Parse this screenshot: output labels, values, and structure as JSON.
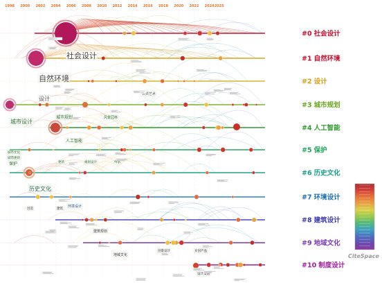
{
  "years": [
    "1998",
    "2000",
    "2002",
    "2004",
    "2006",
    "2008",
    "2010",
    "2012",
    "2014",
    "2016",
    "2018",
    "2020",
    "2022",
    "2024",
    "2025"
  ],
  "clusters": [
    {
      "id": "#0",
      "name": "社会设计",
      "color": "#c8102e"
    },
    {
      "id": "#1",
      "name": "自然环境",
      "color": "#c8102e"
    },
    {
      "id": "#2",
      "name": "设计",
      "color": "#d4a017"
    },
    {
      "id": "#3",
      "name": "城市规划",
      "color": "#6aa61c"
    },
    {
      "id": "#4",
      "name": "人工智能",
      "color": "#2e9a2e"
    },
    {
      "id": "#5",
      "name": "保护",
      "color": "#1ea35a"
    },
    {
      "id": "#6",
      "name": "历史文化",
      "color": "#1a9e8a"
    },
    {
      "id": "#7",
      "name": "环境设计",
      "color": "#1d6fb5"
    },
    {
      "id": "#8",
      "name": "建筑设计",
      "color": "#3a3ab0"
    },
    {
      "id": "#9",
      "name": "地域文化",
      "color": "#7a3ab0"
    },
    {
      "id": "#10",
      "name": "制度设计",
      "color": "#a01e9a"
    }
  ],
  "keywords": [
    {
      "text": "社会设计",
      "row": 1,
      "size": "big"
    },
    {
      "text": "自然环境",
      "row": 2,
      "size": "big"
    },
    {
      "text": "设计",
      "row": 3,
      "size": "mid"
    },
    {
      "text": "公共艺术",
      "row": 3,
      "size": "small"
    },
    {
      "text": "城市规划",
      "row": 4,
      "size": "mid"
    },
    {
      "text": "城市设计",
      "row": 4,
      "size": "mid"
    },
    {
      "text": "风景园林",
      "row": 4,
      "size": "small"
    },
    {
      "text": "人工智能",
      "row": 5,
      "size": "mid"
    },
    {
      "text": "城市文化",
      "row": 5,
      "size": "small"
    },
    {
      "text": "城市更新",
      "row": 5,
      "size": "small"
    },
    {
      "text": "保护",
      "row": 5,
      "size": "mid"
    },
    {
      "text": "更新",
      "row": 6,
      "size": "small"
    },
    {
      "text": "规划设计",
      "row": 6,
      "size": "small"
    },
    {
      "text": "传承",
      "row": 6,
      "size": "small"
    },
    {
      "text": "历史文化",
      "row": 7,
      "size": "mid"
    },
    {
      "text": "创造",
      "row": 7,
      "size": "small"
    },
    {
      "text": "环境设计",
      "row": 7,
      "size": "small"
    },
    {
      "text": "建筑",
      "row": 7,
      "size": "small"
    },
    {
      "text": "建筑规划",
      "row": 8,
      "size": "small"
    },
    {
      "text": "地域文化",
      "row": 9,
      "size": "small"
    },
    {
      "text": "创意设计",
      "row": 9,
      "size": "small"
    },
    {
      "text": "文创产品",
      "row": 9,
      "size": "small"
    },
    {
      "text": "设计策略",
      "row": 10,
      "size": "small"
    }
  ],
  "legend": {
    "colors": [
      "#b03030",
      "#d2403a",
      "#e8733a",
      "#e6a341",
      "#d8d24a",
      "#95c84a",
      "#4fb87d",
      "#3ea0c0",
      "#4c6fc0",
      "#6a4ab0",
      "#8b3a9e"
    ]
  },
  "watermark": "CiteSpace"
}
